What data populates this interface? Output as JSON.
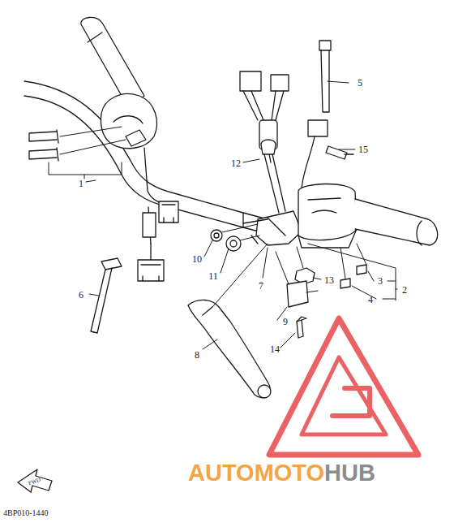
{
  "diagram": {
    "labels": [
      "5",
      "1",
      "12",
      "15",
      "10",
      "11",
      "7",
      "13",
      "3",
      "2",
      "6",
      "4",
      "9",
      "14",
      "8",
      "AUTOMOTO",
      "HUB",
      "FWD",
      "4BP010-1440"
    ]
  }
}
